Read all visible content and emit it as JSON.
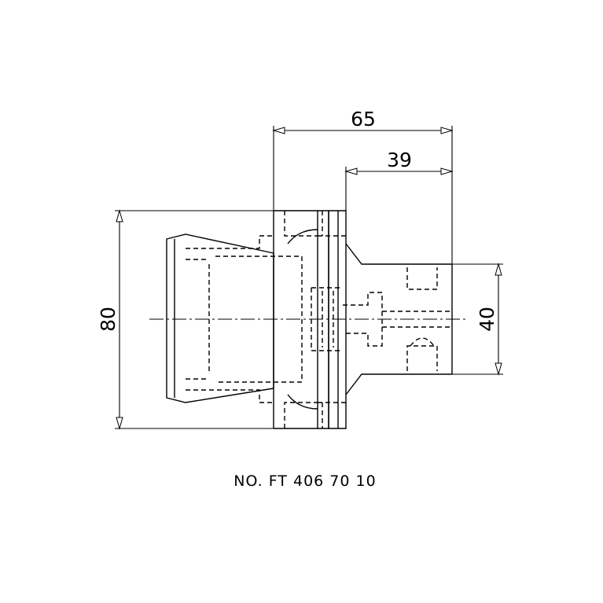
{
  "dimensions": {
    "overall_length": "65",
    "shank_length": "39",
    "body_diameter": "80",
    "shank_diameter": "40"
  },
  "caption": "NO. FT 406 70 10"
}
